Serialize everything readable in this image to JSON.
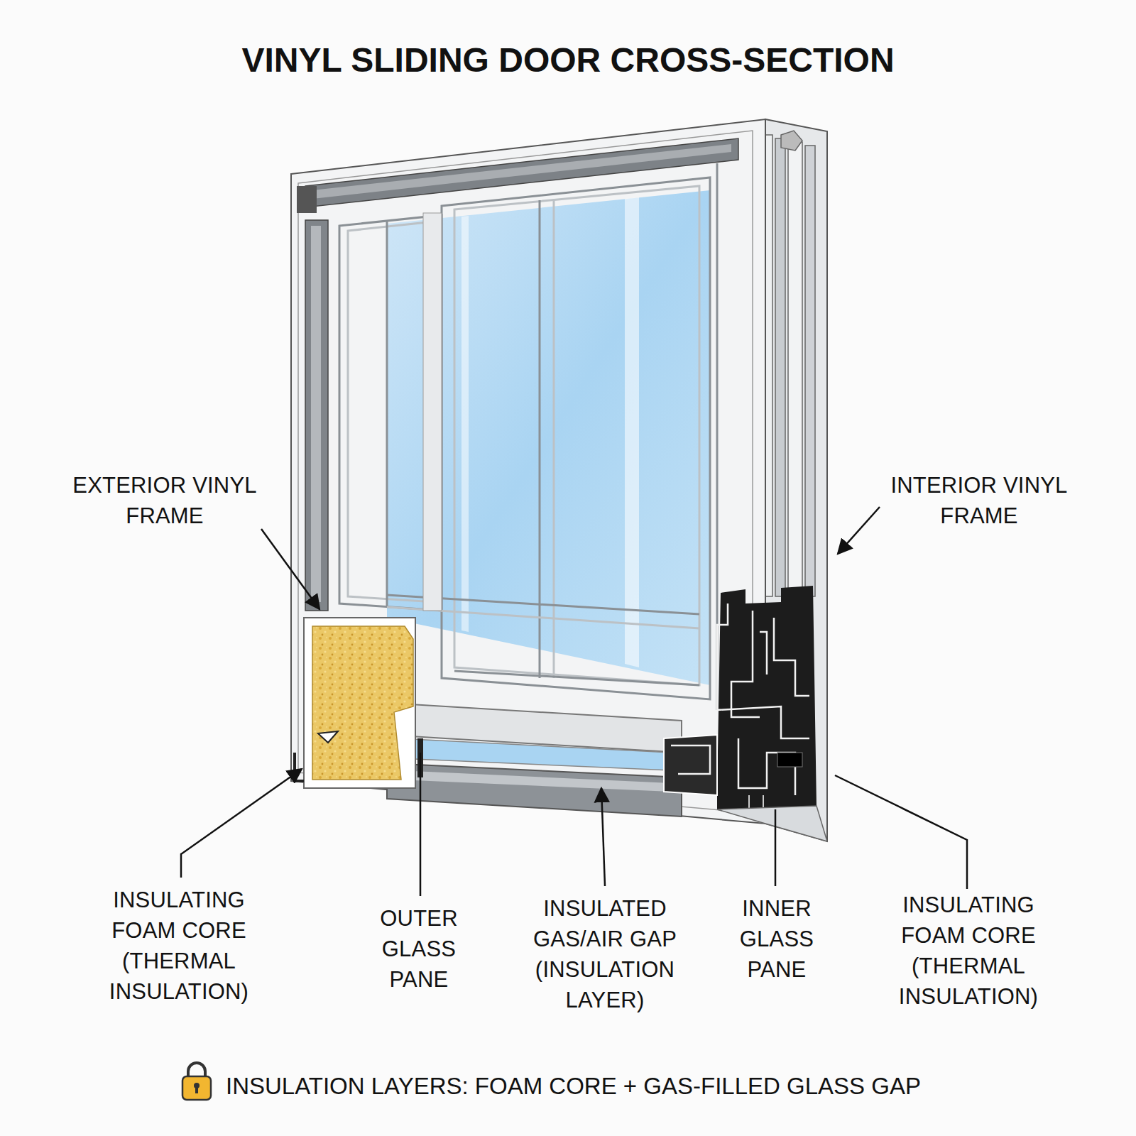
{
  "diagram": {
    "title": "VINYL SLIDING DOOR CROSS-SECTION",
    "caption": "INSULATION LAYERS: FOAM CORE + GAS-FILLED GLASS GAP",
    "labels": [
      "EXTERIOR VINYL FRAME",
      "INTERIOR VINYL FRAME",
      "INSULATING FOAM CORE (THERMAL INSULATION)",
      "OUTER GLASS PANE",
      "INSULATED GAS/AIR GAP (INSULATION LAYER)",
      "INNER GLASS PANE",
      "INSULATING FOAM CORE (THERMAL INSULATION)"
    ]
  }
}
